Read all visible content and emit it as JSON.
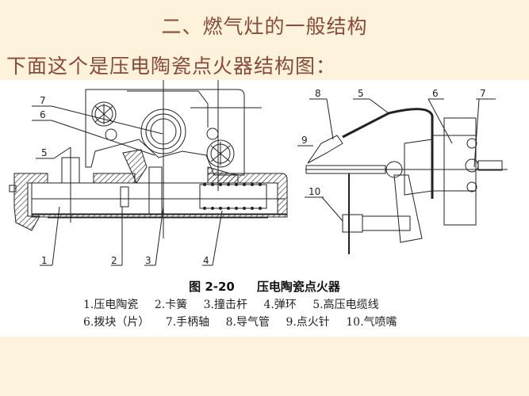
{
  "slide": {
    "title": "二、燃气灶的一般结构",
    "subtitle": "下面这个是压电陶瓷点火器结构图：",
    "background_color": "#fdf3dc",
    "text_color": "#8a4a3a"
  },
  "figure": {
    "number": "图 2-20",
    "caption": "压电陶瓷点火器",
    "left_diagram_callouts": [
      "7",
      "6",
      "5",
      "1",
      "2",
      "3",
      "4"
    ],
    "right_diagram_callouts": [
      "8",
      "5",
      "6",
      "7",
      "9",
      "10"
    ],
    "legend": [
      {
        "num": "1.",
        "name": "压电陶瓷"
      },
      {
        "num": "2.",
        "name": "卡簧"
      },
      {
        "num": "3.",
        "name": "撞击杆"
      },
      {
        "num": "4.",
        "name": "弹环"
      },
      {
        "num": "5.",
        "name": "高压电缆线"
      },
      {
        "num": "6.",
        "name": "拨块（片）"
      },
      {
        "num": "7.",
        "name": "手柄轴"
      },
      {
        "num": "8.",
        "name": "导气管"
      },
      {
        "num": "9.",
        "name": "点火针"
      },
      {
        "num": "10.",
        "name": "气喷嘴"
      }
    ]
  }
}
